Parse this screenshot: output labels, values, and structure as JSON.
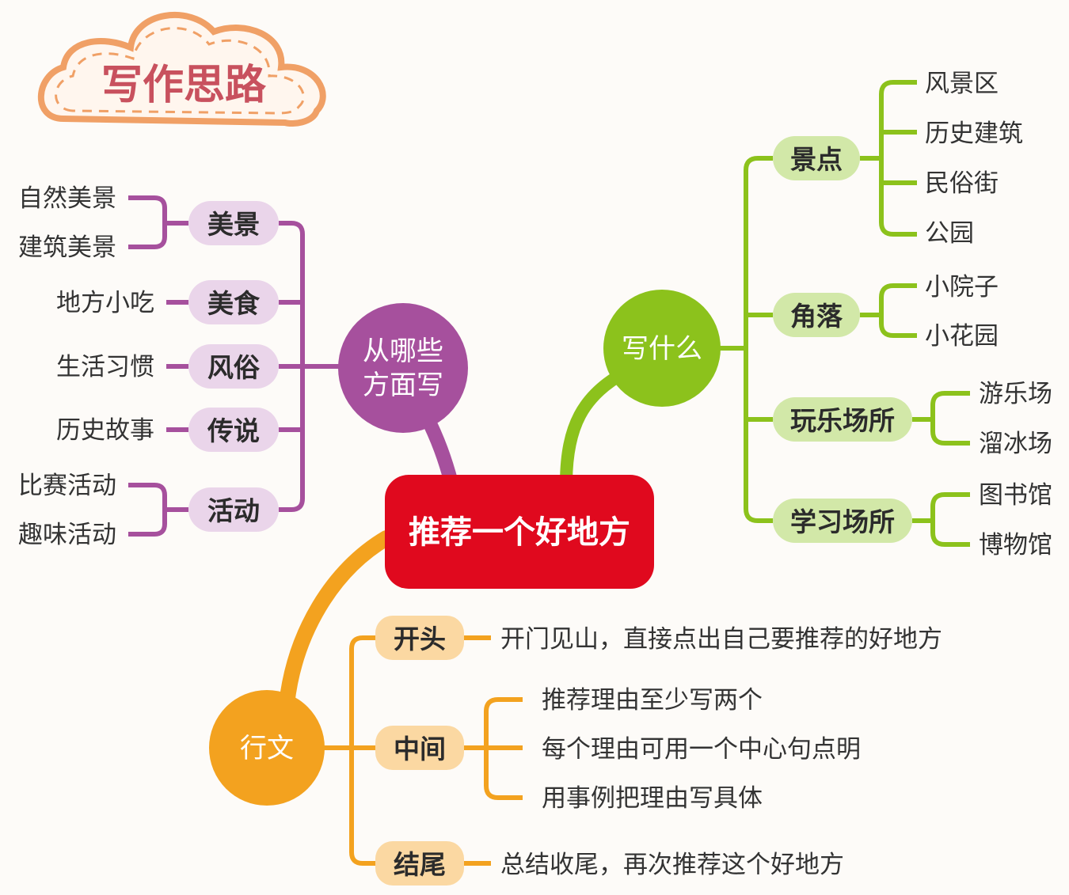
{
  "title": "写作思路",
  "center": "推荐一个好地方",
  "colors": {
    "center": "#e0091e",
    "purple": "#a6509d",
    "purple_pill": "#ead5ea",
    "green": "#8cc21c",
    "green_pill": "#d2e8a8",
    "orange": "#f3a21f",
    "orange_pill": "#fbd8a2",
    "title_text": "#c8515e",
    "title_border": "#f0a066"
  },
  "left_branch": {
    "hub_line1": "从哪些",
    "hub_line2": "方面写",
    "items": [
      {
        "label": "美景",
        "leaves": [
          "自然美景",
          "建筑美景"
        ]
      },
      {
        "label": "美食",
        "leaves": [
          "地方小吃"
        ]
      },
      {
        "label": "风俗",
        "leaves": [
          "生活习惯"
        ]
      },
      {
        "label": "传说",
        "leaves": [
          "历史故事"
        ]
      },
      {
        "label": "活动",
        "leaves": [
          "比赛活动",
          "趣味活动"
        ]
      }
    ]
  },
  "right_branch": {
    "hub": "写什么",
    "items": [
      {
        "label": "景点",
        "leaves": [
          "风景区",
          "历史建筑",
          "民俗街",
          "公园"
        ]
      },
      {
        "label": "角落",
        "leaves": [
          "小院子",
          "小花园"
        ]
      },
      {
        "label": "玩乐场所",
        "leaves": [
          "游乐场",
          "溜冰场"
        ]
      },
      {
        "label": "学习场所",
        "leaves": [
          "图书馆",
          "博物馆"
        ]
      }
    ]
  },
  "bottom_branch": {
    "hub": "行文",
    "items": [
      {
        "label": "开头",
        "leaves": [
          "开门见山，直接点出自己要推荐的好地方"
        ]
      },
      {
        "label": "中间",
        "leaves": [
          "推荐理由至少写两个",
          "每个理由可用一个中心句点明",
          "用事例把理由写具体"
        ]
      },
      {
        "label": "结尾",
        "leaves": [
          "总结收尾，再次推荐这个好地方"
        ]
      }
    ]
  }
}
